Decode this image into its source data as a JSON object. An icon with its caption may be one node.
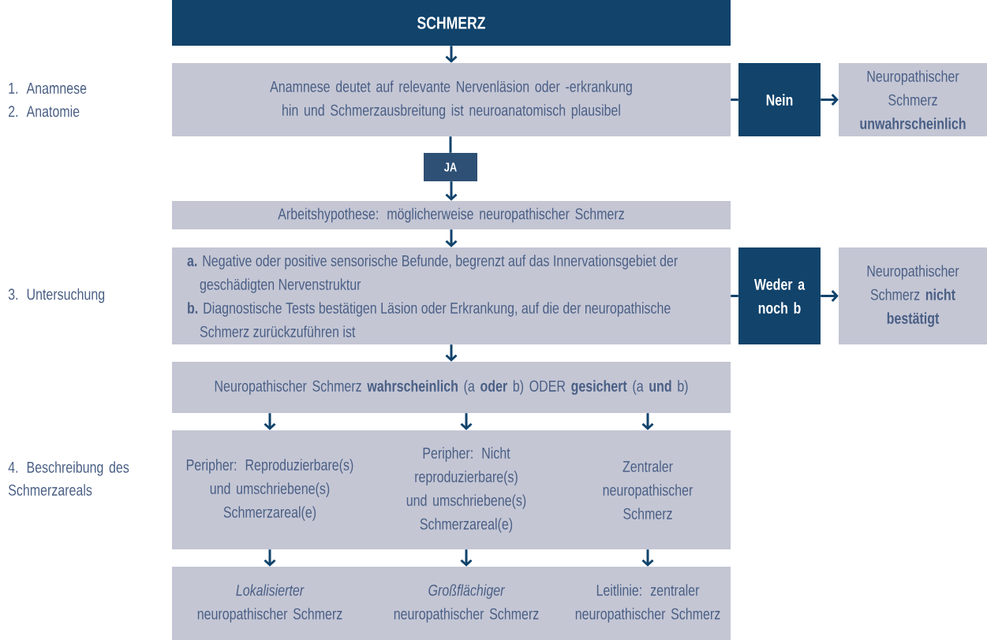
{
  "diagram": {
    "nodes": [
      {
        "text": [
          "SCHMERZ"
        ]
      },
      {
        "text": [
          "Anamnese deutet auf relevante Nervenläsion oder -erkrankung hin und Schmerzausbreitung ist neuroanatomisch plausibel"
        ]
      },
      {
        "text": [
          "Nein"
        ]
      },
      {
        "text": [
          "Neuropathischer Schmerz **unwahrscheinlich**"
        ]
      },
      {
        "text": [
          "JA"
        ]
      },
      {
        "text": [
          "Arbeitshypothese: möglicherweise neuropathischer Schmerz"
        ]
      },
      {
        "text": [
          "**a.** Negative oder positive sensorische Befunde, begrenzt auf das Innervationsgebiet der geschädigten Nervenstruktur",
          "**b.** Diagnostische Tests bestätigen Läsion oder Erkrankung, auf die der neuropathische Schmerz zurückzuführen ist"
        ]
      },
      {
        "text": [
          "Weder a noch b"
        ]
      },
      {
        "text": [
          "Neuropathischer Schmerz **nicht bestätigt**"
        ]
      },
      {
        "text": [
          "Neuropathischer Schmerz **wahrscheinlich** (a **oder** b) ODER **gesichert** (a **und** b)"
        ]
      },
      {
        "text": [
          "Peripher: Reproduzierbare(s) und umschriebene(s) Schmerzareal(e)"
        ]
      },
      {
        "text": [
          "Peripher: Nicht reproduzierbare(s) und umschriebene(s) Schmerzareal(e)"
        ]
      },
      {
        "text": [
          "Zentraler neuropathischer Schmerz"
        ]
      },
      {
        "text": [
          "*Lokalisierter* neuropathischer Schmerz"
        ]
      },
      {
        "text": [
          "*Großflächiger* neuropathischer Schmerz"
        ]
      },
      {
        "text": [
          "Leitlinie: zentraler neuropathischer Schmerz"
        ]
      }
    ],
    "edges": [
      {
        "from": 0,
        "to": 1,
        "arrow": "to"
      },
      {
        "from": 1,
        "to": 2,
        "arrow": "none"
      },
      {
        "from": 2,
        "to": 3,
        "arrow": "to"
      },
      {
        "from": 1,
        "to": 4,
        "arrow": "none"
      },
      {
        "from": 4,
        "to": 5,
        "arrow": "to"
      },
      {
        "from": 5,
        "to": 6,
        "arrow": "to"
      },
      {
        "from": 6,
        "to": 7,
        "arrow": "none"
      },
      {
        "from": 7,
        "to": 8,
        "arrow": "to"
      },
      {
        "from": 6,
        "to": 9,
        "arrow": "to"
      },
      {
        "from": 9,
        "to": 10,
        "arrow": "to"
      },
      {
        "from": 9,
        "to": 11,
        "arrow": "to"
      },
      {
        "from": 9,
        "to": 12,
        "arrow": "to"
      },
      {
        "from": 10,
        "to": 13,
        "arrow": "to"
      },
      {
        "from": 11,
        "to": 14,
        "arrow": "to"
      },
      {
        "from": 12,
        "to": 15,
        "arrow": "to"
      }
    ],
    "labels": [
      "1. Anamnese",
      "2. Anatomie",
      "3. Untersuchung",
      "4. Beschreibung des Schmerzareals"
    ]
  }
}
